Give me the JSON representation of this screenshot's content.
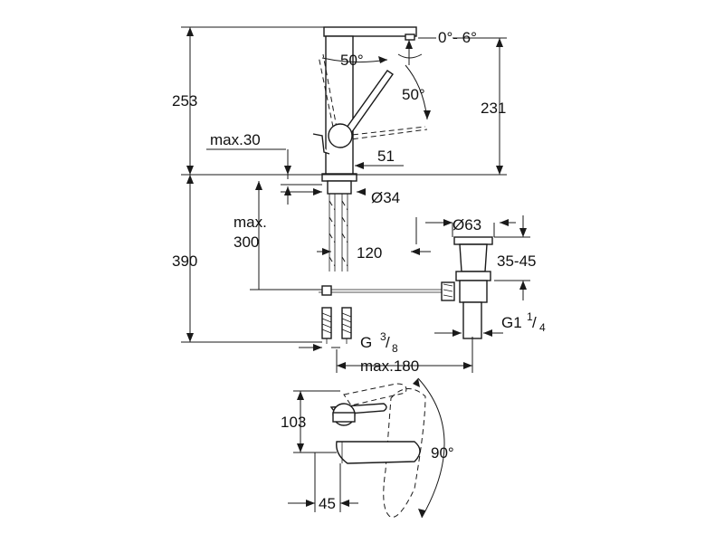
{
  "dimensions": {
    "total_height_upper": "253",
    "spout_angle_range": "0°- 6°",
    "lever_angle_1": "50°",
    "lever_angle_2": "50°",
    "spout_height": "231",
    "max_deck_thickness": "max.30",
    "base_offset": "51",
    "base_diameter": "Ø34",
    "waste_diameter": "Ø63",
    "max_mount_length_line1": "max.",
    "max_mount_length_line2": "300",
    "pull_rod_offset": "120",
    "waste_height": "35-45",
    "total_height_lower": "390",
    "waste_thread_prefix": "G1",
    "waste_thread_num": "1",
    "waste_thread_den": "4",
    "supply_thread_prefix": "G",
    "supply_thread_num": "3",
    "supply_thread_den": "8",
    "max_reach": "max.180",
    "lever_height_top_view": "103",
    "top_view_offset": "45",
    "swivel_angle": "90°"
  }
}
